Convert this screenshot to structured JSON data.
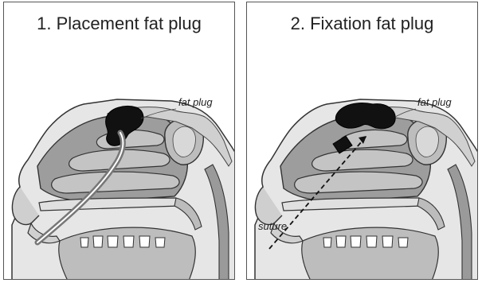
{
  "panels": [
    {
      "title": "1. Placement fat plug",
      "labels": {
        "fat_plug": "fat plug"
      }
    },
    {
      "title": "2. Fixation fat plug",
      "labels": {
        "fat_plug": "fat plug",
        "suture": "suture"
      }
    }
  ],
  "colors": {
    "plug": "#111111",
    "tissue": "#a9a9a9",
    "tissue_light": "#cfcfcf",
    "bone": "#d9d9d9",
    "outline": "#333333",
    "catheter": "#7a7a7a"
  }
}
